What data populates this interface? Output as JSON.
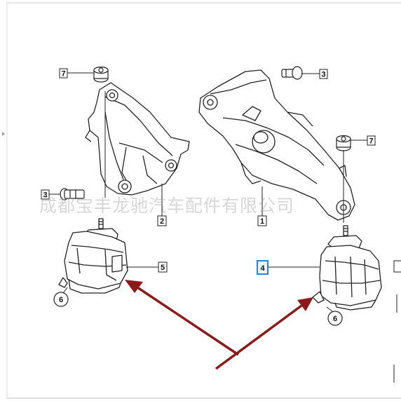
{
  "watermark": "成都宝丰龙驰汽车配件有限公司",
  "callouts": {
    "c7a": "7",
    "c3a": "3",
    "c3b": "3",
    "c7b": "7",
    "c2": "2",
    "c1": "1",
    "c5": "5",
    "c4": "4",
    "c6a": "6",
    "c6b": "6"
  },
  "colors": {
    "arrow": "#8b1a1a",
    "highlight": "#2f7fe0",
    "line": "#222222"
  }
}
